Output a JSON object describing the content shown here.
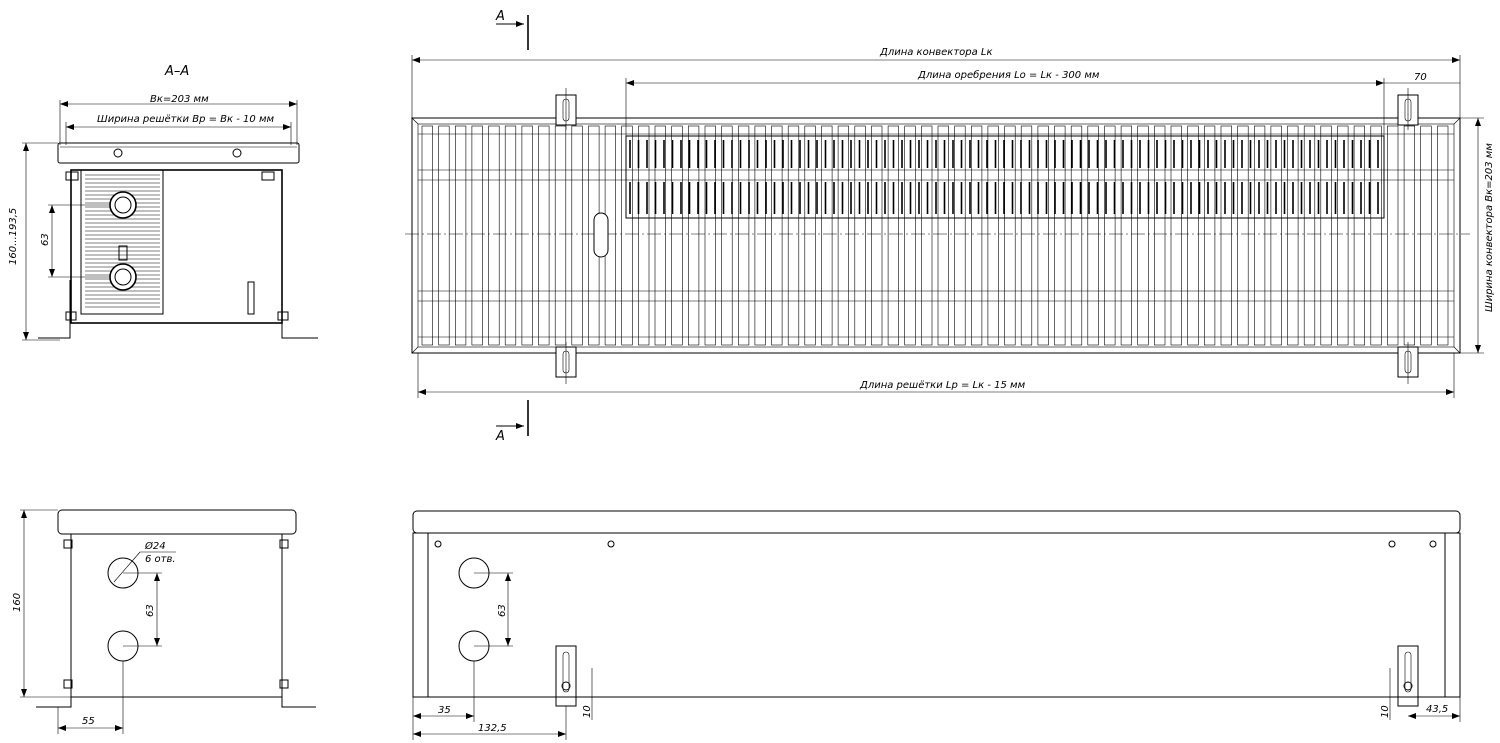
{
  "section": {
    "label": "A–A",
    "marker_top": "A",
    "marker_bottom": "A"
  },
  "section_view": {
    "width_label": "Вк=203 мм",
    "grille_width_label": "Ширина решётки Вр = Вк - 10 мм",
    "height_label": "160...193,5",
    "pipe_spacing_label": "63"
  },
  "top_view": {
    "length_label": "Длина конвектора Lк",
    "fin_length_label": "Длина оребрения Lо = Lк - 300 мм",
    "offset_label": "70",
    "width_label": "Ширина конвектора Вк=203 мм",
    "grille_length_label": "Длина решётки Lр = Lк - 15 мм",
    "slat_count": 62
  },
  "side_view": {
    "height_label": "160",
    "hole_label": "Ø24",
    "hole_count_label": "6 отв.",
    "hole_spacing_label": "63",
    "offset_label": "55"
  },
  "front_view": {
    "hole_spacing_label": "63",
    "offset_35_label": "35",
    "offset_132_label": "132,5",
    "bracket_label_left": "10",
    "bracket_label_right": "10",
    "offset_43_label": "43,5"
  }
}
